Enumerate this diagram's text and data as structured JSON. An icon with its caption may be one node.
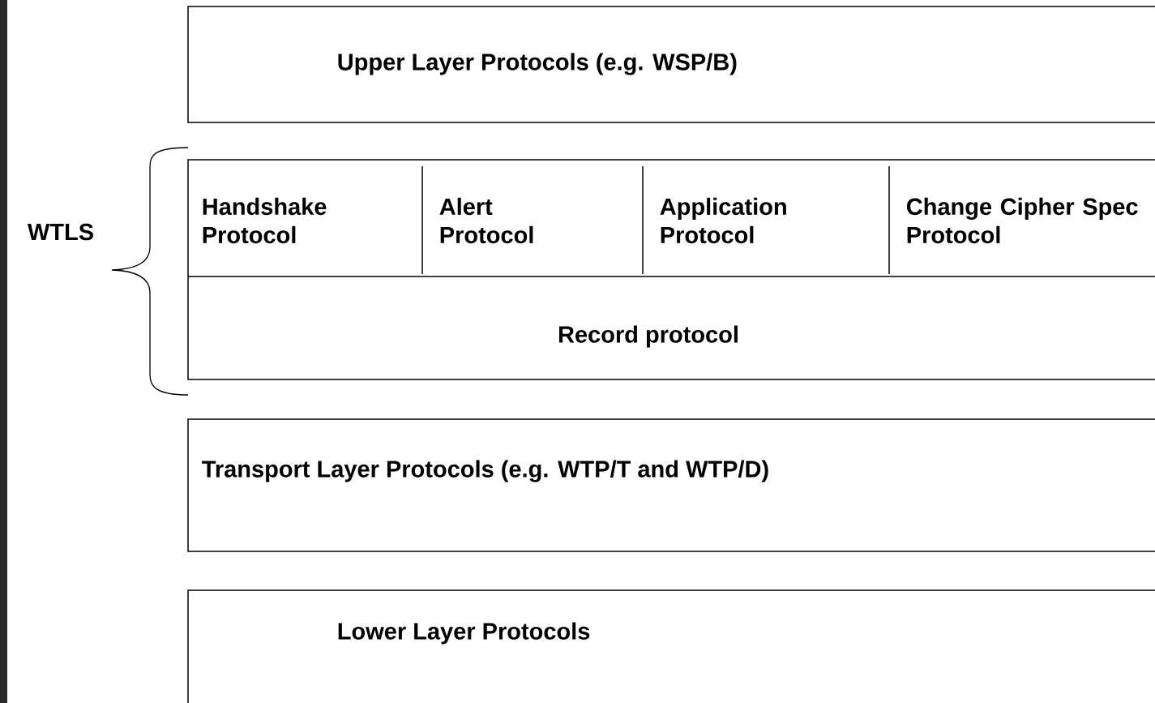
{
  "diagram": {
    "nodes": [
      {
        "text": [
          "Upper Layer Protocols (e.g. WSP/B)"
        ]
      },
      {
        "text": [
          "WTLS"
        ]
      },
      {
        "text": [
          "Handshake Protocol"
        ],
        "in": 1
      },
      {
        "text": [
          "Alert Protocol"
        ],
        "in": 1
      },
      {
        "text": [
          "Application Protocol"
        ],
        "in": 1
      },
      {
        "text": [
          "Change Cipher Spec Protocol"
        ],
        "in": 1
      },
      {
        "text": [
          "Record protocol"
        ],
        "in": 1
      },
      {
        "text": [
          "Transport Layer Protocols (e.g. WTP/T and WTP/D)"
        ]
      },
      {
        "text": [
          "Lower Layer Protocols"
        ]
      }
    ]
  }
}
